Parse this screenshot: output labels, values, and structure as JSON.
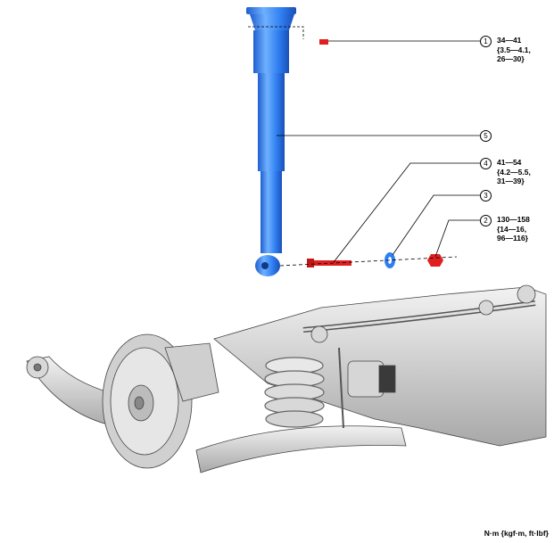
{
  "callouts": [
    {
      "num": "1",
      "lines": [
        "34—41",
        "{3.5—4.1,",
        "26—30}"
      ]
    },
    {
      "num": "5",
      "lines": []
    },
    {
      "num": "4",
      "lines": [
        "41—54",
        "{4.2—5.5,",
        "31—39}"
      ]
    },
    {
      "num": "3",
      "lines": []
    },
    {
      "num": "2",
      "lines": [
        "130—158",
        "{14—16,",
        "96—116}"
      ]
    }
  ],
  "units": "N·m {kgf·m, ft·lbf}",
  "colors": {
    "shock_absorber": "#2f7ff0",
    "fastener": "#e02020",
    "washer": "#2f7ff0",
    "suspension_gray": "#c8c8c8"
  }
}
